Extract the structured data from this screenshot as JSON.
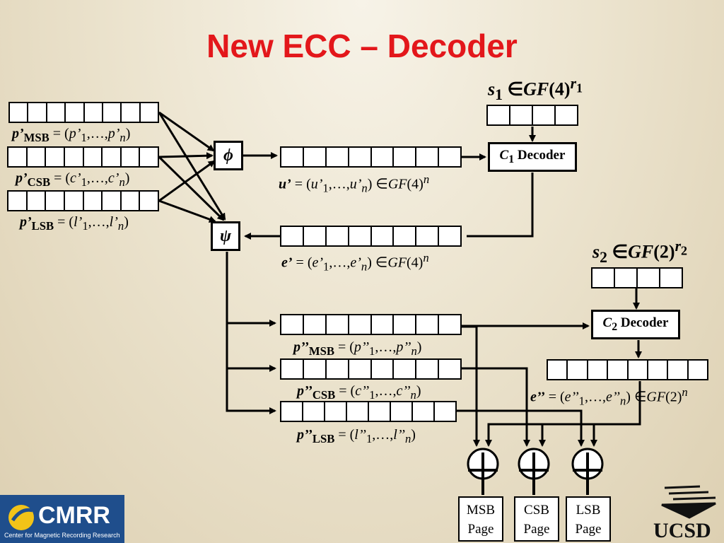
{
  "title": "New ECC – Decoder",
  "operators": {
    "phi": "ϕ",
    "psi": "ψ"
  },
  "decoders": {
    "c1": {
      "sym": "C",
      "sub": "1",
      "text": " Decoder"
    },
    "c2": {
      "sym": "C",
      "sub": "2",
      "text": " Decoder"
    }
  },
  "labels": {
    "p_msb": {
      "var": "p’",
      "sub": "MSB",
      "eq": " = (",
      "a": "p’",
      "a_sub": "1",
      "mid": ",…,",
      "b": "p’",
      "b_sub": "n",
      "end": ")"
    },
    "p_csb": {
      "var": "p’",
      "sub": "CSB",
      "eq": " = (",
      "a": "c’",
      "a_sub": "1",
      "mid": ",…,",
      "b": "c’",
      "b_sub": "n",
      "end": ")"
    },
    "p_lsb": {
      "var": "p’",
      "sub": "LSB",
      "eq": " = (",
      "a": "l’",
      "a_sub": "1",
      "mid": ",…,",
      "b": "l’",
      "b_sub": "n",
      "end": ")"
    },
    "u": {
      "var": "u’",
      "eq": " = (",
      "a": "u’",
      "a_sub": "1",
      "mid": ",…,",
      "b": "u’",
      "b_sub": "n",
      "end": ") ∈",
      "field": "GF",
      "fieldarg": "(4)",
      "pow": "n"
    },
    "e1": {
      "var": "e’",
      "eq": " = (",
      "a": "e’",
      "a_sub": "1",
      "mid": ",…,",
      "b": "e’",
      "b_sub": "n",
      "end": ") ∈",
      "field": "GF",
      "fieldarg": "(4)",
      "pow": "n"
    },
    "pp_msb": {
      "var": "p’’",
      "sub": "MSB",
      "eq": " = (",
      "a": "p’’",
      "a_sub": "1",
      "mid": ",…,",
      "b": "p’’",
      "b_sub": "n",
      "end": ")"
    },
    "pp_csb": {
      "var": "p’’",
      "sub": "CSB",
      "eq": " = (",
      "a": "c’’",
      "a_sub": "1",
      "mid": ",…,",
      "b": "c’’",
      "b_sub": "n",
      "end": ")"
    },
    "pp_lsb": {
      "var": "p’’",
      "sub": "LSB",
      "eq": " = (",
      "a": "l’’",
      "a_sub": "1",
      "mid": ",…,",
      "b": "l’’",
      "b_sub": "n",
      "end": ")"
    },
    "e2": {
      "var": "e’’",
      "eq": " = (",
      "a": "e’’",
      "a_sub": "1",
      "mid": ",…,",
      "b": "e’’",
      "b_sub": "n",
      "end": ") ∈",
      "field": "GF",
      "fieldarg": "(2)",
      "pow": "n"
    }
  },
  "syndromes": {
    "s1": {
      "s": "s",
      "sub": "1",
      "in": " ∈",
      "field": "GF",
      "arg": "(4)",
      "pow": "r",
      "pow_sub": "1"
    },
    "s2": {
      "s": "s",
      "sub": "2",
      "in": " ∈",
      "field": "GF",
      "arg": "(2)",
      "pow": "r",
      "pow_sub": "2"
    }
  },
  "outputs": {
    "msb": {
      "line1": "MSB",
      "line2": "Page"
    },
    "csb": {
      "line1": "CSB",
      "line2": "Page"
    },
    "lsb": {
      "line1": "LSB",
      "line2": "Page"
    }
  },
  "logos": {
    "cmrr": {
      "name": "CMRR",
      "sub": "Center for Magnetic Recording Research"
    },
    "ucsd": {
      "name": "UCSD"
    }
  }
}
